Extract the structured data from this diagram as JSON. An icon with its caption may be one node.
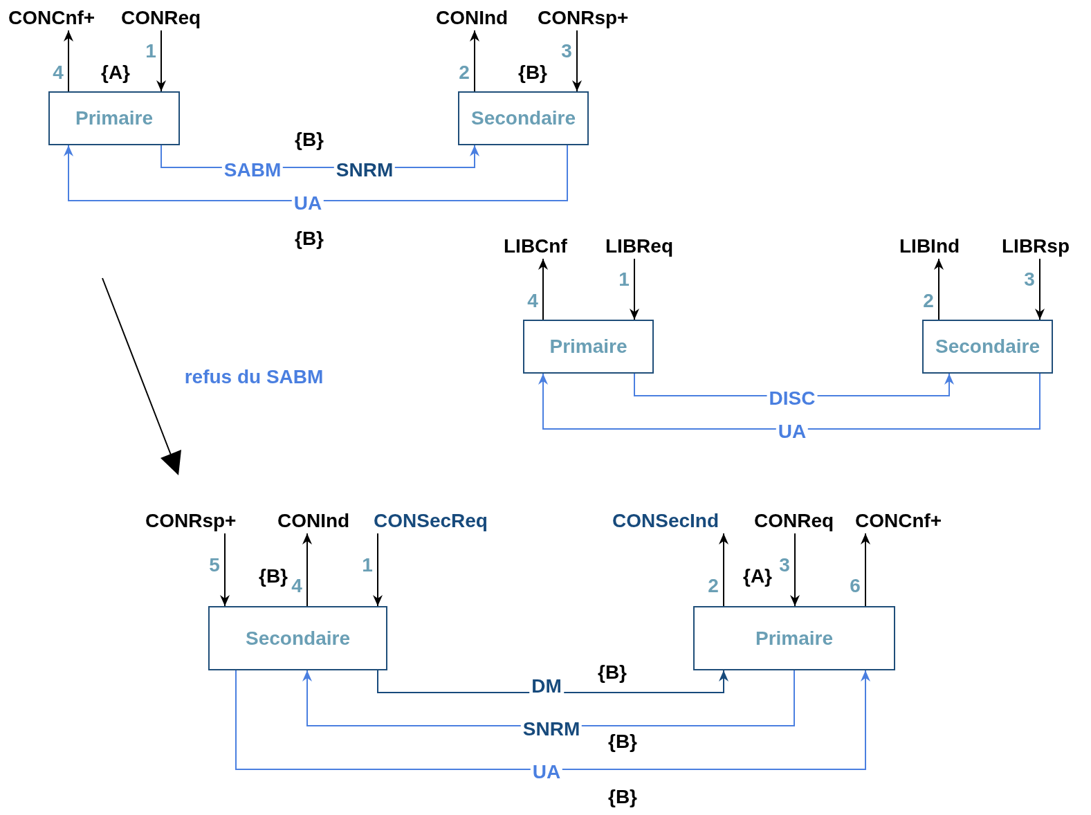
{
  "diagram": {
    "nodes": [
      {
        "text": [
          "CONCnf+"
        ]
      },
      {
        "text": [
          "CONReq"
        ]
      },
      {
        "text": [
          "CONInd"
        ]
      },
      {
        "text": [
          "CONRsp+"
        ]
      },
      {
        "text": [
          "Primaire"
        ]
      },
      {
        "text": [
          "Secondaire"
        ]
      },
      {
        "text": [
          "LIBCnf"
        ]
      },
      {
        "text": [
          "LIBReq"
        ]
      },
      {
        "text": [
          "LIBInd"
        ]
      },
      {
        "text": [
          "LIBRsp"
        ]
      },
      {
        "text": [
          "Primaire"
        ]
      },
      {
        "text": [
          "Secondaire"
        ]
      },
      {
        "text": [
          "CONRsp+"
        ]
      },
      {
        "text": [
          "CONInd"
        ]
      },
      {
        "text": [
          "CONSecReq"
        ]
      },
      {
        "text": [
          "CONSecInd"
        ]
      },
      {
        "text": [
          "CONReq"
        ]
      },
      {
        "text": [
          "CONCnf+"
        ]
      },
      {
        "text": [
          "Secondaire"
        ]
      },
      {
        "text": [
          "Primaire"
        ]
      }
    ],
    "edges": [
      {
        "from": 4,
        "to": 0,
        "arrow": "to",
        "label": "4"
      },
      {
        "from": 1,
        "to": 4,
        "arrow": "to",
        "label": "1"
      },
      {
        "from": 5,
        "to": 2,
        "arrow": "to",
        "label": "2"
      },
      {
        "from": 3,
        "to": 5,
        "arrow": "to",
        "label": "3"
      },
      {
        "from": 4,
        "to": 5,
        "arrow": "to",
        "label": "SABM",
        "color": "#4a7fe0"
      },
      {
        "from": 5,
        "to": 4,
        "arrow": "to",
        "label": "UA",
        "color": "#4a7fe0"
      },
      {
        "from": 10,
        "to": 6,
        "arrow": "to",
        "label": "4"
      },
      {
        "from": 7,
        "to": 10,
        "arrow": "to",
        "label": "1"
      },
      {
        "from": 11,
        "to": 8,
        "arrow": "to",
        "label": "2"
      },
      {
        "from": 9,
        "to": 11,
        "arrow": "to",
        "label": "3"
      },
      {
        "from": 10,
        "to": 11,
        "arrow": "to",
        "label": "DISC",
        "color": "#4a7fe0"
      },
      {
        "from": 11,
        "to": 10,
        "arrow": "to",
        "label": "UA",
        "color": "#4a7fe0"
      },
      {
        "from": 12,
        "to": 18,
        "arrow": "to",
        "label": "5"
      },
      {
        "from": 18,
        "to": 13,
        "arrow": "to",
        "label": "4"
      },
      {
        "from": 14,
        "to": 18,
        "arrow": "to",
        "label": "1"
      },
      {
        "from": 19,
        "to": 15,
        "arrow": "to",
        "label": "2"
      },
      {
        "from": 16,
        "to": 19,
        "arrow": "to",
        "label": "3"
      },
      {
        "from": 19,
        "to": 17,
        "arrow": "to",
        "label": "6"
      },
      {
        "from": 18,
        "to": 19,
        "arrow": "to",
        "label": "DM",
        "color": "#174a7c"
      },
      {
        "from": 19,
        "to": 18,
        "arrow": "to",
        "label": "SNRM",
        "color": "#4a7fe0"
      },
      {
        "from": 18,
        "to": 19,
        "arrow": "to",
        "label": "UA",
        "color": "#4a7fe0"
      }
    ],
    "labels": [
      "{A}",
      "{B}",
      "{B}",
      "SNRM",
      "{B}",
      "refus du SABM",
      "{B}",
      "{A}",
      "{B}",
      "{B}",
      "{B}"
    ]
  }
}
